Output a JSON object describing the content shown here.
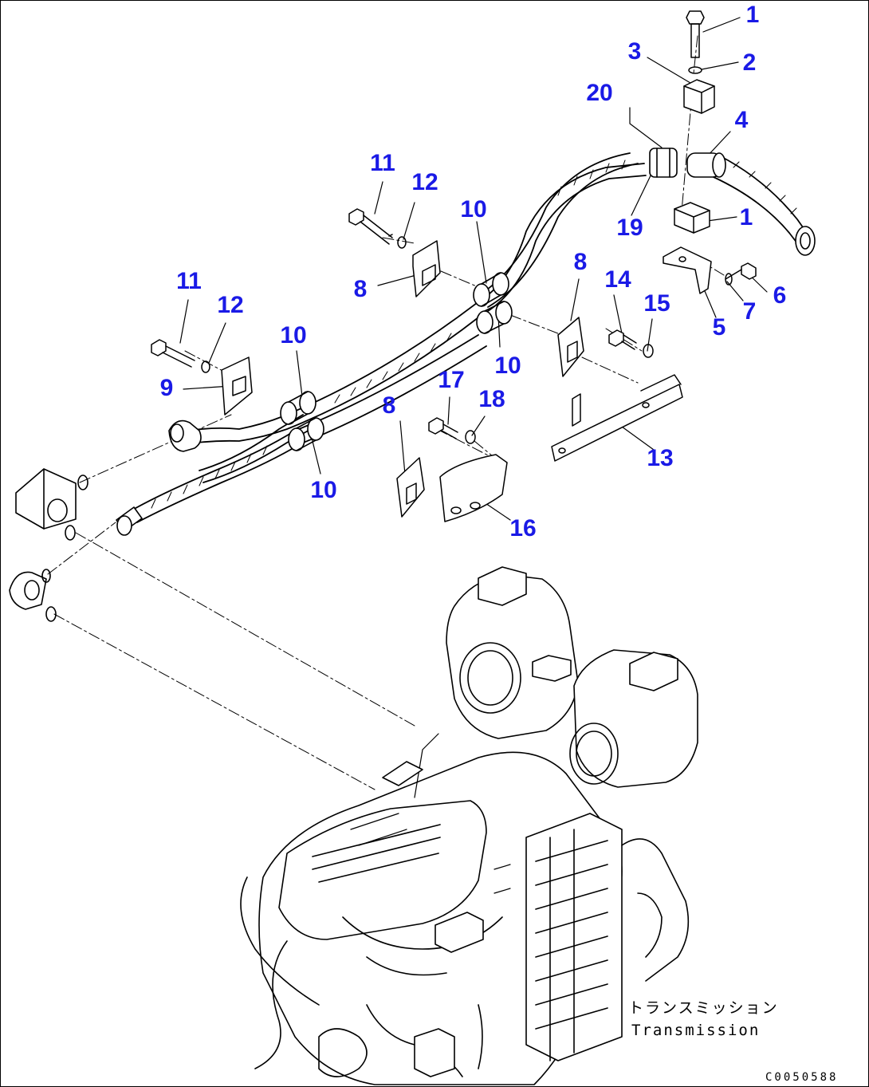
{
  "colors": {
    "callout": "#1a1ae6",
    "line": "#000000",
    "background": "#ffffff"
  },
  "callouts": [
    "1",
    "2",
    "3",
    "4",
    "1",
    "20",
    "19",
    "11",
    "12",
    "10",
    "8",
    "8",
    "14",
    "15",
    "6",
    "7",
    "5",
    "11",
    "12",
    "10",
    "10",
    "9",
    "17",
    "18",
    "8",
    "13",
    "10",
    "16"
  ],
  "caption": {
    "jp": "トランスミッション",
    "en": "Transmission"
  },
  "drawing_code": "C0050588"
}
